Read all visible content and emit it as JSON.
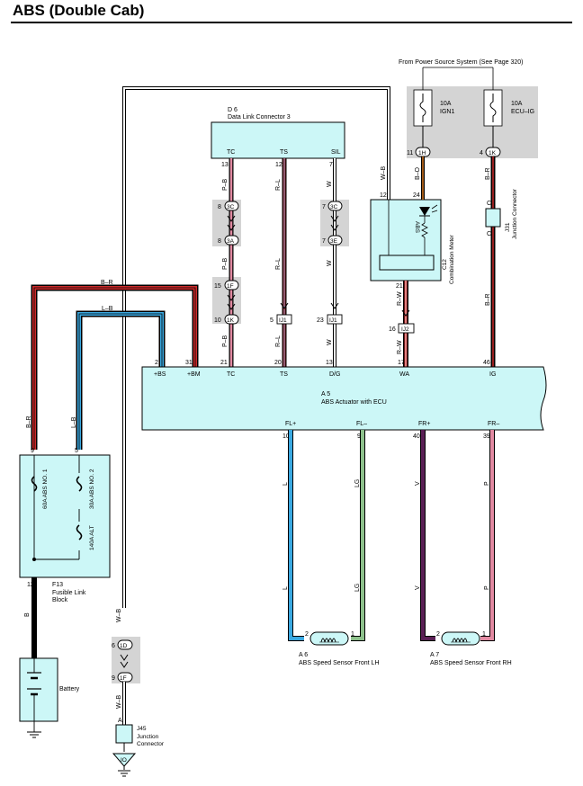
{
  "title": "ABS (Double Cab)",
  "power_source_note": "From Power Source System (See Page 320)",
  "colors": {
    "box_fill": "#ccf7f7",
    "relay_bg": "#d4d4d4",
    "wire_red": "#cc2a2a",
    "wire_blue": "#3aa8e0",
    "wire_pink": "#e28aa2",
    "wire_green": "#8dc08b",
    "wire_purple": "#5a1f55"
  },
  "fuses": {
    "ign1": {
      "rating": "10A",
      "name": "IGN1",
      "pin": "11",
      "conn": "1H",
      "wire": "B–O"
    },
    "ecu_ig": {
      "rating": "10A",
      "name": "ECU–IG",
      "pin": "4",
      "conn": "1K",
      "wire": "B–R"
    }
  },
  "dlc": {
    "id": "D 6",
    "name": "Data Link Connector 3",
    "pins": [
      {
        "label": "TC",
        "num": "13",
        "wire": "P–B"
      },
      {
        "label": "TS",
        "num": "12",
        "wire": "R–L"
      },
      {
        "label": "SIL",
        "num": "7",
        "wire": "W"
      }
    ]
  },
  "junctions": {
    "tc": [
      {
        "pin": "8",
        "conn": "3C"
      },
      {
        "pin": "8",
        "conn": "3A"
      },
      {
        "pin": "15",
        "conn": "1F"
      },
      {
        "pin": "10",
        "conn": "1K"
      }
    ],
    "sil": [
      {
        "pin": "7",
        "conn": "3C"
      },
      {
        "pin": "7",
        "conn": "3E"
      }
    ],
    "ts_ij1": {
      "pin": "5",
      "conn": "IJ1"
    },
    "sil_ij1": {
      "pin": "23",
      "conn": "IJ1"
    },
    "wa_ij2": {
      "pin": "16",
      "conn": "IJ2"
    },
    "gnd": [
      {
        "pin": "6",
        "conn": "1D"
      },
      {
        "pin": "9",
        "conn": "1F"
      }
    ]
  },
  "wire_labels": {
    "tc_lower": "P–B",
    "ts_lower": "R–L",
    "sil_lower": "W",
    "wa_mid": "R–W",
    "wa_lower": "R–W",
    "ig_mid": "B–R",
    "ig_upper_c": "C",
    "ig_lower_c": "C",
    "wb_top": "W–B",
    "wb_pin": "12",
    "abs_pin": "24",
    "wa_pin": "21",
    "bm_wire": "B–R",
    "bs_wire": "L–B",
    "fusible_left": "B–R",
    "fusible_right": "L–B",
    "ground_upper": "W–B",
    "ground_lower": "W–B",
    "battery_wire": "B"
  },
  "combination_meter": {
    "id": "C12",
    "name": "Combination Meter",
    "lamp": "ABS"
  },
  "j31": {
    "id": "J31",
    "name": "Junction Connector"
  },
  "actuator": {
    "id": "A 5",
    "name": "ABS Actuator with ECU",
    "top_pins": [
      {
        "label": "+BS",
        "num": "2"
      },
      {
        "label": "+BM",
        "num": "31"
      },
      {
        "label": "TC",
        "num": "21"
      },
      {
        "label": "TS",
        "num": "20"
      },
      {
        "label": "D/G",
        "num": "13"
      },
      {
        "label": "WA",
        "num": "17"
      },
      {
        "label": "IG",
        "num": "46"
      }
    ],
    "bottom_pins": [
      {
        "label": "FL+",
        "num": "10",
        "wire": "L"
      },
      {
        "label": "FL–",
        "num": "9",
        "wire": "LG"
      },
      {
        "label": "FR+",
        "num": "40",
        "wire": "V"
      },
      {
        "label": "FR–",
        "num": "39",
        "wire": "P"
      }
    ]
  },
  "fusible_link": {
    "id": "F13",
    "name": "Fusible Link Block",
    "pin_left": "9",
    "pin_right": "5",
    "pin_bottom": "12",
    "f1": "60A ABS NO. 1",
    "f2": "30A ABS NO. 2",
    "f3": "140A ALT"
  },
  "battery": {
    "name": "Battery"
  },
  "sensor_lh": {
    "id": "A 6",
    "name": "ABS Speed Sensor Front LH",
    "pin1": "2",
    "pin2": "1"
  },
  "sensor_rh": {
    "id": "A 7",
    "name": "ABS Speed Sensor Front RH",
    "pin1": "2",
    "pin2": "1"
  },
  "j45": {
    "id": "J45",
    "name": "Junction Connector",
    "pin": "A"
  },
  "ground": {
    "id": "IO"
  }
}
